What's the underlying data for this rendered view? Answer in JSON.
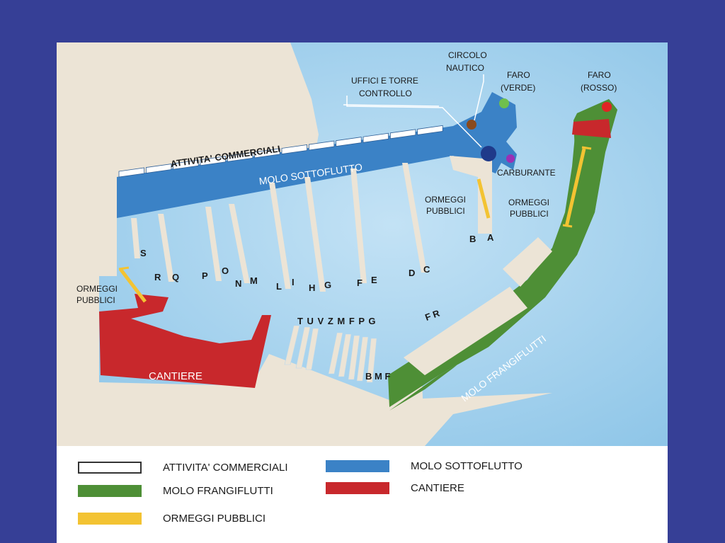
{
  "map": {
    "labels": {
      "attivita_commerciali": "ATTIVITA' COMMERCIALI",
      "molo_sottoflutto": "MOLO SOTTOFLUTTO",
      "molo_frangiflutti": "MOLO FRANGIFLUTTI",
      "cantiere": "CANTIERE",
      "carburante": "CARBURANTE",
      "uffici_line1": "UFFICI E TORRE",
      "uffici_line2": "CONTROLLO",
      "circolo_line1": "CIRCOLO",
      "circolo_line2": "NAUTICO",
      "faro_verde_line1": "FARO",
      "faro_verde_line2": "(VERDE)",
      "faro_rosso_line1": "FARO",
      "faro_rosso_line2": "(ROSSO)",
      "ormeggi_line1": "ORMEGGI",
      "ormeggi_line2": "PUBBLICI"
    },
    "pier_letters": {
      "S": "S",
      "R": "R",
      "Q": "Q",
      "P": "P",
      "O": "O",
      "N": "N",
      "M": "M",
      "L": "L",
      "I": "I",
      "H": "H",
      "G": "G",
      "F": "F",
      "E": "E",
      "D": "D",
      "C": "C",
      "B": "B",
      "A": "A",
      "south": "T U V Z M F P G",
      "south2": "B M F",
      "fr": "F R"
    },
    "colors": {
      "water": "#a9d4ee",
      "land": "#ece4d6",
      "sottoflutto": "#3b82c6",
      "frangiflutti": "#4e8f36",
      "cantiere": "#c8282c",
      "ormeggi": "#f3c332",
      "background": "#363f96"
    }
  },
  "legend": {
    "attivita": "ATTIVITA' COMMERCIALI",
    "frangiflutti": "MOLO FRANGIFLUTTI",
    "ormeggi": "ORMEGGI PUBBLICI",
    "sottoflutto": "MOLO SOTTOFLUTTO",
    "cantiere": "CANTIERE"
  }
}
